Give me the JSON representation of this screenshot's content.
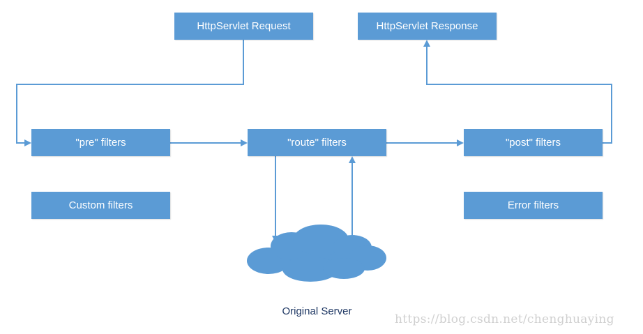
{
  "nodes": {
    "request": "HttpServlet Request",
    "response": "HttpServlet Response",
    "pre": "\"pre\" filters",
    "route": "\"route\" filters",
    "post": "\"post\" filters",
    "custom": "Custom filters",
    "error": "Error filters"
  },
  "server_label": "Original Server",
  "watermark": "https://blog.csdn.net/chenghuaying",
  "colors": {
    "box_fill": "#5b9bd5",
    "box_text": "#ffffff",
    "connector": "#5b9bd5",
    "cloud": "#5b9bd5",
    "label_text": "#1f3864"
  },
  "icons": {
    "server": "cloud-icon"
  }
}
